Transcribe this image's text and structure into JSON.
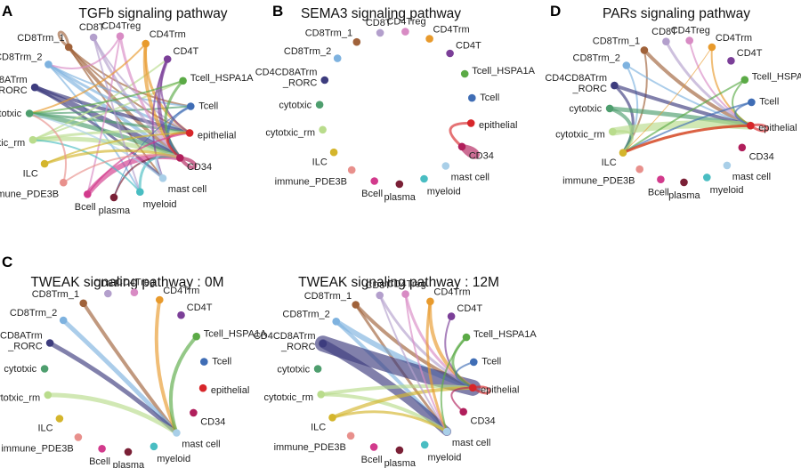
{
  "figure": {
    "nodes": [
      {
        "id": "CD8T",
        "color": "#B39FCC"
      },
      {
        "id": "CD4Treg",
        "color": "#D88BC4"
      },
      {
        "id": "CD4Trm",
        "color": "#E89A2C"
      },
      {
        "id": "CD4T",
        "color": "#7B3F98"
      },
      {
        "id": "Tcell_HSPA1A",
        "color": "#5BAA46"
      },
      {
        "id": "Tcell",
        "color": "#3F6DB5"
      },
      {
        "id": "epithelial",
        "color": "#D7262A"
      },
      {
        "id": "CD34",
        "color": "#B01E5B"
      },
      {
        "id": "mast cell",
        "color": "#A9CFE8"
      },
      {
        "id": "myeloid",
        "color": "#49BDC2"
      },
      {
        "id": "plasma",
        "color": "#7A2036"
      },
      {
        "id": "Bcell",
        "color": "#D23A8C"
      },
      {
        "id": "immune_PDE3B",
        "color": "#E8908C"
      },
      {
        "id": "ILC",
        "color": "#D4B52C"
      },
      {
        "id": "cytotxic_rm",
        "color": "#B9DC8C"
      },
      {
        "id": "cytotxic",
        "color": "#4E9E6E"
      },
      {
        "id": "CD4CD8ATrm\n_RORC",
        "color": "#3D3C7E"
      },
      {
        "id": "CD8Trm_2",
        "color": "#7EB2DF"
      },
      {
        "id": "CD8Trm_1",
        "color": "#A0623A"
      }
    ],
    "panels": [
      {
        "letter": "A",
        "title": "TGFb signaling pathway",
        "edges": [
          [
            "CD8Trm_1",
            "CD34",
            4
          ],
          [
            "CD8Trm_1",
            "epithelial",
            2
          ],
          [
            "CD8Trm_1",
            "CD8Trm_1",
            3
          ],
          [
            "CD8Trm_1",
            "Tcell",
            2
          ],
          [
            "CD8Trm_1",
            "mast cell",
            2
          ],
          [
            "CD8Trm_2",
            "CD34",
            4
          ],
          [
            "CD8Trm_2",
            "epithelial",
            3
          ],
          [
            "CD8Trm_2",
            "Tcell",
            2
          ],
          [
            "CD8Trm_2",
            "myeloid",
            2
          ],
          [
            "CD4CD8ATrm\n_RORC",
            "CD34",
            6
          ],
          [
            "CD4CD8ATrm\n_RORC",
            "epithelial",
            4
          ],
          [
            "CD4CD8ATrm\n_RORC",
            "mast cell",
            3
          ],
          [
            "cytotxic",
            "CD34",
            5
          ],
          [
            "cytotxic",
            "epithelial",
            3
          ],
          [
            "cytotxic",
            "Tcell",
            2
          ],
          [
            "cytotxic_rm",
            "CD34",
            5
          ],
          [
            "cytotxic_rm",
            "epithelial",
            3
          ],
          [
            "cytotxic_rm",
            "CD4T",
            2
          ],
          [
            "cytotxic_rm",
            "Tcell_HSPA1A",
            2
          ],
          [
            "CD8T",
            "CD34",
            3
          ],
          [
            "CD8T",
            "epithelial",
            2
          ],
          [
            "CD8T",
            "myeloid",
            2
          ],
          [
            "CD4Treg",
            "CD34",
            3
          ],
          [
            "CD4Treg",
            "Bcell",
            2
          ],
          [
            "CD4Treg",
            "CD8Trm_2",
            2
          ],
          [
            "CD4Trm",
            "CD34",
            4
          ],
          [
            "CD4Trm",
            "epithelial",
            3
          ],
          [
            "CD4Trm",
            "cytotxic",
            2
          ],
          [
            "CD4T",
            "CD34",
            4
          ],
          [
            "CD4T",
            "epithelial",
            2
          ],
          [
            "CD4T",
            "mast cell",
            2
          ],
          [
            "Tcell_HSPA1A",
            "CD34",
            3
          ],
          [
            "Tcell_HSPA1A",
            "cytotxic",
            2
          ],
          [
            "Tcell",
            "CD34",
            3
          ],
          [
            "Tcell",
            "plasma",
            1
          ],
          [
            "epithelial",
            "CD34",
            3
          ],
          [
            "CD34",
            "CD34",
            4
          ],
          [
            "Bcell",
            "CD34",
            6
          ],
          [
            "Bcell",
            "epithelial",
            2
          ],
          [
            "plasma",
            "CD34",
            2
          ],
          [
            "myeloid",
            "CD34",
            3
          ],
          [
            "myeloid",
            "cytotxic_rm",
            2
          ],
          [
            "mast cell",
            "CD34",
            3
          ],
          [
            "mast cell",
            "cytotxic",
            2
          ],
          [
            "ILC",
            "CD34",
            3
          ],
          [
            "ILC",
            "epithelial",
            2
          ],
          [
            "immune_PDE3B",
            "CD34",
            2
          ],
          [
            "immune_PDE3B",
            "cytotxic",
            2
          ]
        ]
      },
      {
        "letter": "B",
        "title": "SEMA3 signaling pathway",
        "edges": [
          [
            "CD34",
            "CD34",
            6
          ],
          [
            "epithelial",
            "CD34",
            3
          ]
        ]
      },
      {
        "letter": "D",
        "title": "PARs signaling pathway",
        "edges": [
          [
            "CD8Trm_1",
            "epithelial",
            4
          ],
          [
            "CD8Trm_1",
            "ILC",
            2
          ],
          [
            "CD8Trm_2",
            "epithelial",
            2
          ],
          [
            "CD8Trm_2",
            "ILC",
            2
          ],
          [
            "CD4CD8ATrm\n_RORC",
            "epithelial",
            4
          ],
          [
            "CD4CD8ATrm\n_RORC",
            "ILC",
            3
          ],
          [
            "cytotxic",
            "epithelial",
            5
          ],
          [
            "cytotxic",
            "ILC",
            4
          ],
          [
            "cytotxic_rm",
            "epithelial",
            9
          ],
          [
            "cytotxic_rm",
            "ILC",
            3
          ],
          [
            "CD8T",
            "epithelial",
            3
          ],
          [
            "CD4Treg",
            "epithelial",
            2
          ],
          [
            "CD4Trm",
            "epithelial",
            2
          ],
          [
            "CD4Trm",
            "ILC",
            1
          ],
          [
            "Tcell_HSPA1A",
            "epithelial",
            2
          ],
          [
            "Tcell_HSPA1A",
            "ILC",
            2
          ],
          [
            "Tcell",
            "epithelial",
            2
          ],
          [
            "Tcell",
            "ILC",
            2
          ],
          [
            "ILC",
            "epithelial",
            3
          ],
          [
            "epithelial",
            "epithelial",
            3
          ],
          [
            "epithelial",
            "ILC",
            3
          ]
        ]
      },
      {
        "letter": "C",
        "title": "TWEAK signaling pathway : 0M",
        "edges": [
          [
            "CD8Trm_1",
            "mast cell",
            4
          ],
          [
            "CD8Trm_2",
            "mast cell",
            5
          ],
          [
            "CD4CD8ATrm\n_RORC",
            "mast cell",
            5
          ],
          [
            "cytotxic_rm",
            "mast cell",
            5
          ],
          [
            "CD4Trm",
            "mast cell",
            4
          ],
          [
            "Tcell_HSPA1A",
            "mast cell",
            4
          ]
        ]
      },
      {
        "letter": "",
        "title": "TWEAK signaling pathway : 12M",
        "edges": [
          [
            "CD8Trm_1",
            "epithelial",
            4
          ],
          [
            "CD8Trm_1",
            "mast cell",
            3
          ],
          [
            "CD8Trm_2",
            "epithelial",
            6
          ],
          [
            "CD8Trm_2",
            "mast cell",
            4
          ],
          [
            "CD4CD8ATrm\n_RORC",
            "epithelial",
            18
          ],
          [
            "CD4CD8ATrm\n_RORC",
            "mast cell",
            10
          ],
          [
            "cytotxic_rm",
            "epithelial",
            4
          ],
          [
            "cytotxic_rm",
            "mast cell",
            4
          ],
          [
            "ILC",
            "epithelial",
            4
          ],
          [
            "ILC",
            "mast cell",
            3
          ],
          [
            "CD8T",
            "epithelial",
            3
          ],
          [
            "CD8T",
            "mast cell",
            2
          ],
          [
            "CD4Treg",
            "epithelial",
            3
          ],
          [
            "CD4Treg",
            "mast cell",
            2
          ],
          [
            "CD4Trm",
            "epithelial",
            4
          ],
          [
            "CD4Trm",
            "mast cell",
            3
          ],
          [
            "CD4T",
            "epithelial",
            2
          ],
          [
            "Tcell_HSPA1A",
            "epithelial",
            3
          ],
          [
            "Tcell_HSPA1A",
            "mast cell",
            2
          ],
          [
            "Tcell",
            "epithelial",
            2
          ],
          [
            "epithelial",
            "epithelial",
            3
          ],
          [
            "CD34",
            "epithelial",
            2
          ]
        ]
      }
    ]
  }
}
